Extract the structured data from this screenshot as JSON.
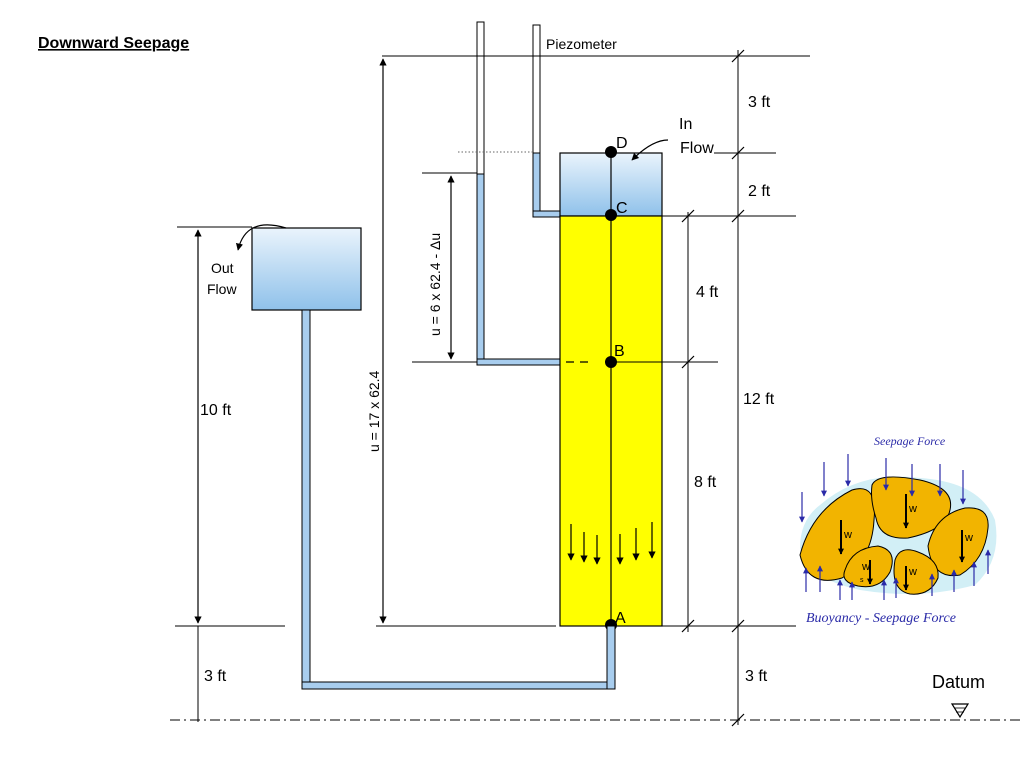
{
  "title": "Downward Seepage",
  "labels": {
    "piezometer": "Piezometer",
    "in_flow": [
      "In",
      "Flow"
    ],
    "out_flow": [
      "Out",
      "Flow"
    ],
    "datum": "Datum",
    "point_a": "A",
    "point_b": "B",
    "point_c": "C",
    "point_d": "D"
  },
  "dimensions": {
    "top_3ft": "3 ft",
    "water_2ft": "2 ft",
    "soil_4ft": "4 ft",
    "soil_8ft": "8 ft",
    "total_12ft": "12 ft",
    "bottom_3ft_right": "3 ft",
    "left_10ft": "10 ft",
    "left_3ft": "3 ft",
    "u_total": "u = 17 x 62.4",
    "u_b": "u = 6 x 62.4 - Δu"
  },
  "inset": {
    "top_label": "Seepage Force",
    "grain_label": "w",
    "grain_subscript": "s",
    "bottom_label": "Buoyancy - Seepage  Force"
  },
  "colors": {
    "soil": "#ffff00",
    "water_top": "#eaf4fc",
    "water_bottom": "#8fc1ea",
    "pipe": "#a8cdee",
    "grain": "#f2b400",
    "force_arrow": "#2a2aa8"
  }
}
